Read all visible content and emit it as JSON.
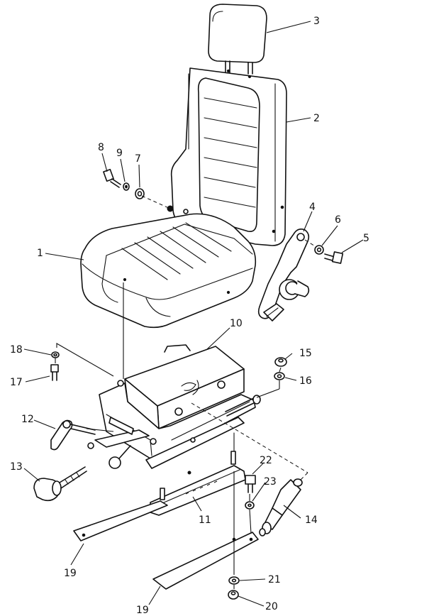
{
  "callouts": {
    "c1": "1",
    "c2": "2",
    "c3": "3",
    "c4": "4",
    "c5": "5",
    "c6": "6",
    "c7": "7",
    "c8": "8",
    "c9": "9",
    "c10": "10",
    "c11": "11",
    "c12": "12",
    "c13": "13",
    "c14": "14",
    "c15": "15",
    "c16": "16",
    "c17": "17",
    "c18": "18",
    "c19a": "19",
    "c19b": "19",
    "c20": "20",
    "c21": "21",
    "c22": "22",
    "c23": "23"
  }
}
